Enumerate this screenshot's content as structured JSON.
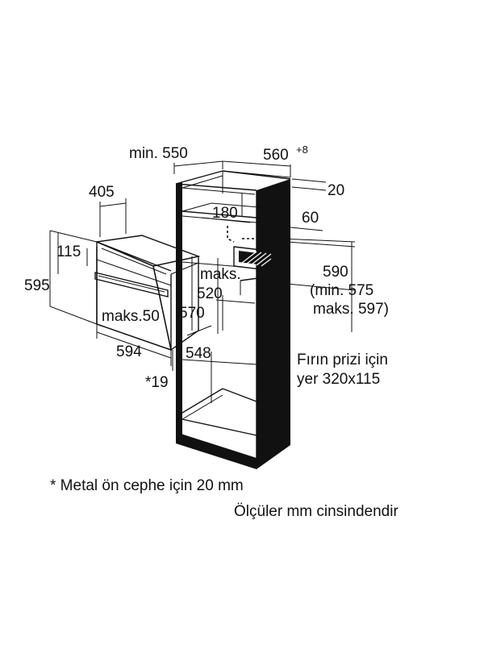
{
  "dimensions": {
    "min_550": "min. 550",
    "w_560": "560",
    "w_560_sup": "+8",
    "d_20": "20",
    "d_405": "405",
    "d_180": "180",
    "d_60": "60",
    "d_115": "115",
    "d_595": "595",
    "maks": "maks.",
    "d_520": "520",
    "d_590": "590",
    "min_575": "(min. 575",
    "maks_597": "maks. 597)",
    "maks_50": "maks.50",
    "d_570": "570",
    "d_594": "594",
    "d_548": "548",
    "star_19": "*19"
  },
  "socket": {
    "line1": "Fırın prizi için",
    "line2": "yer 320x115"
  },
  "footnotes": {
    "metal": "* Metal ön cephe için 20 mm",
    "units": "Ölçüler mm cinsindendir"
  },
  "colors": {
    "ink": "#111111",
    "background": "#ffffff"
  }
}
